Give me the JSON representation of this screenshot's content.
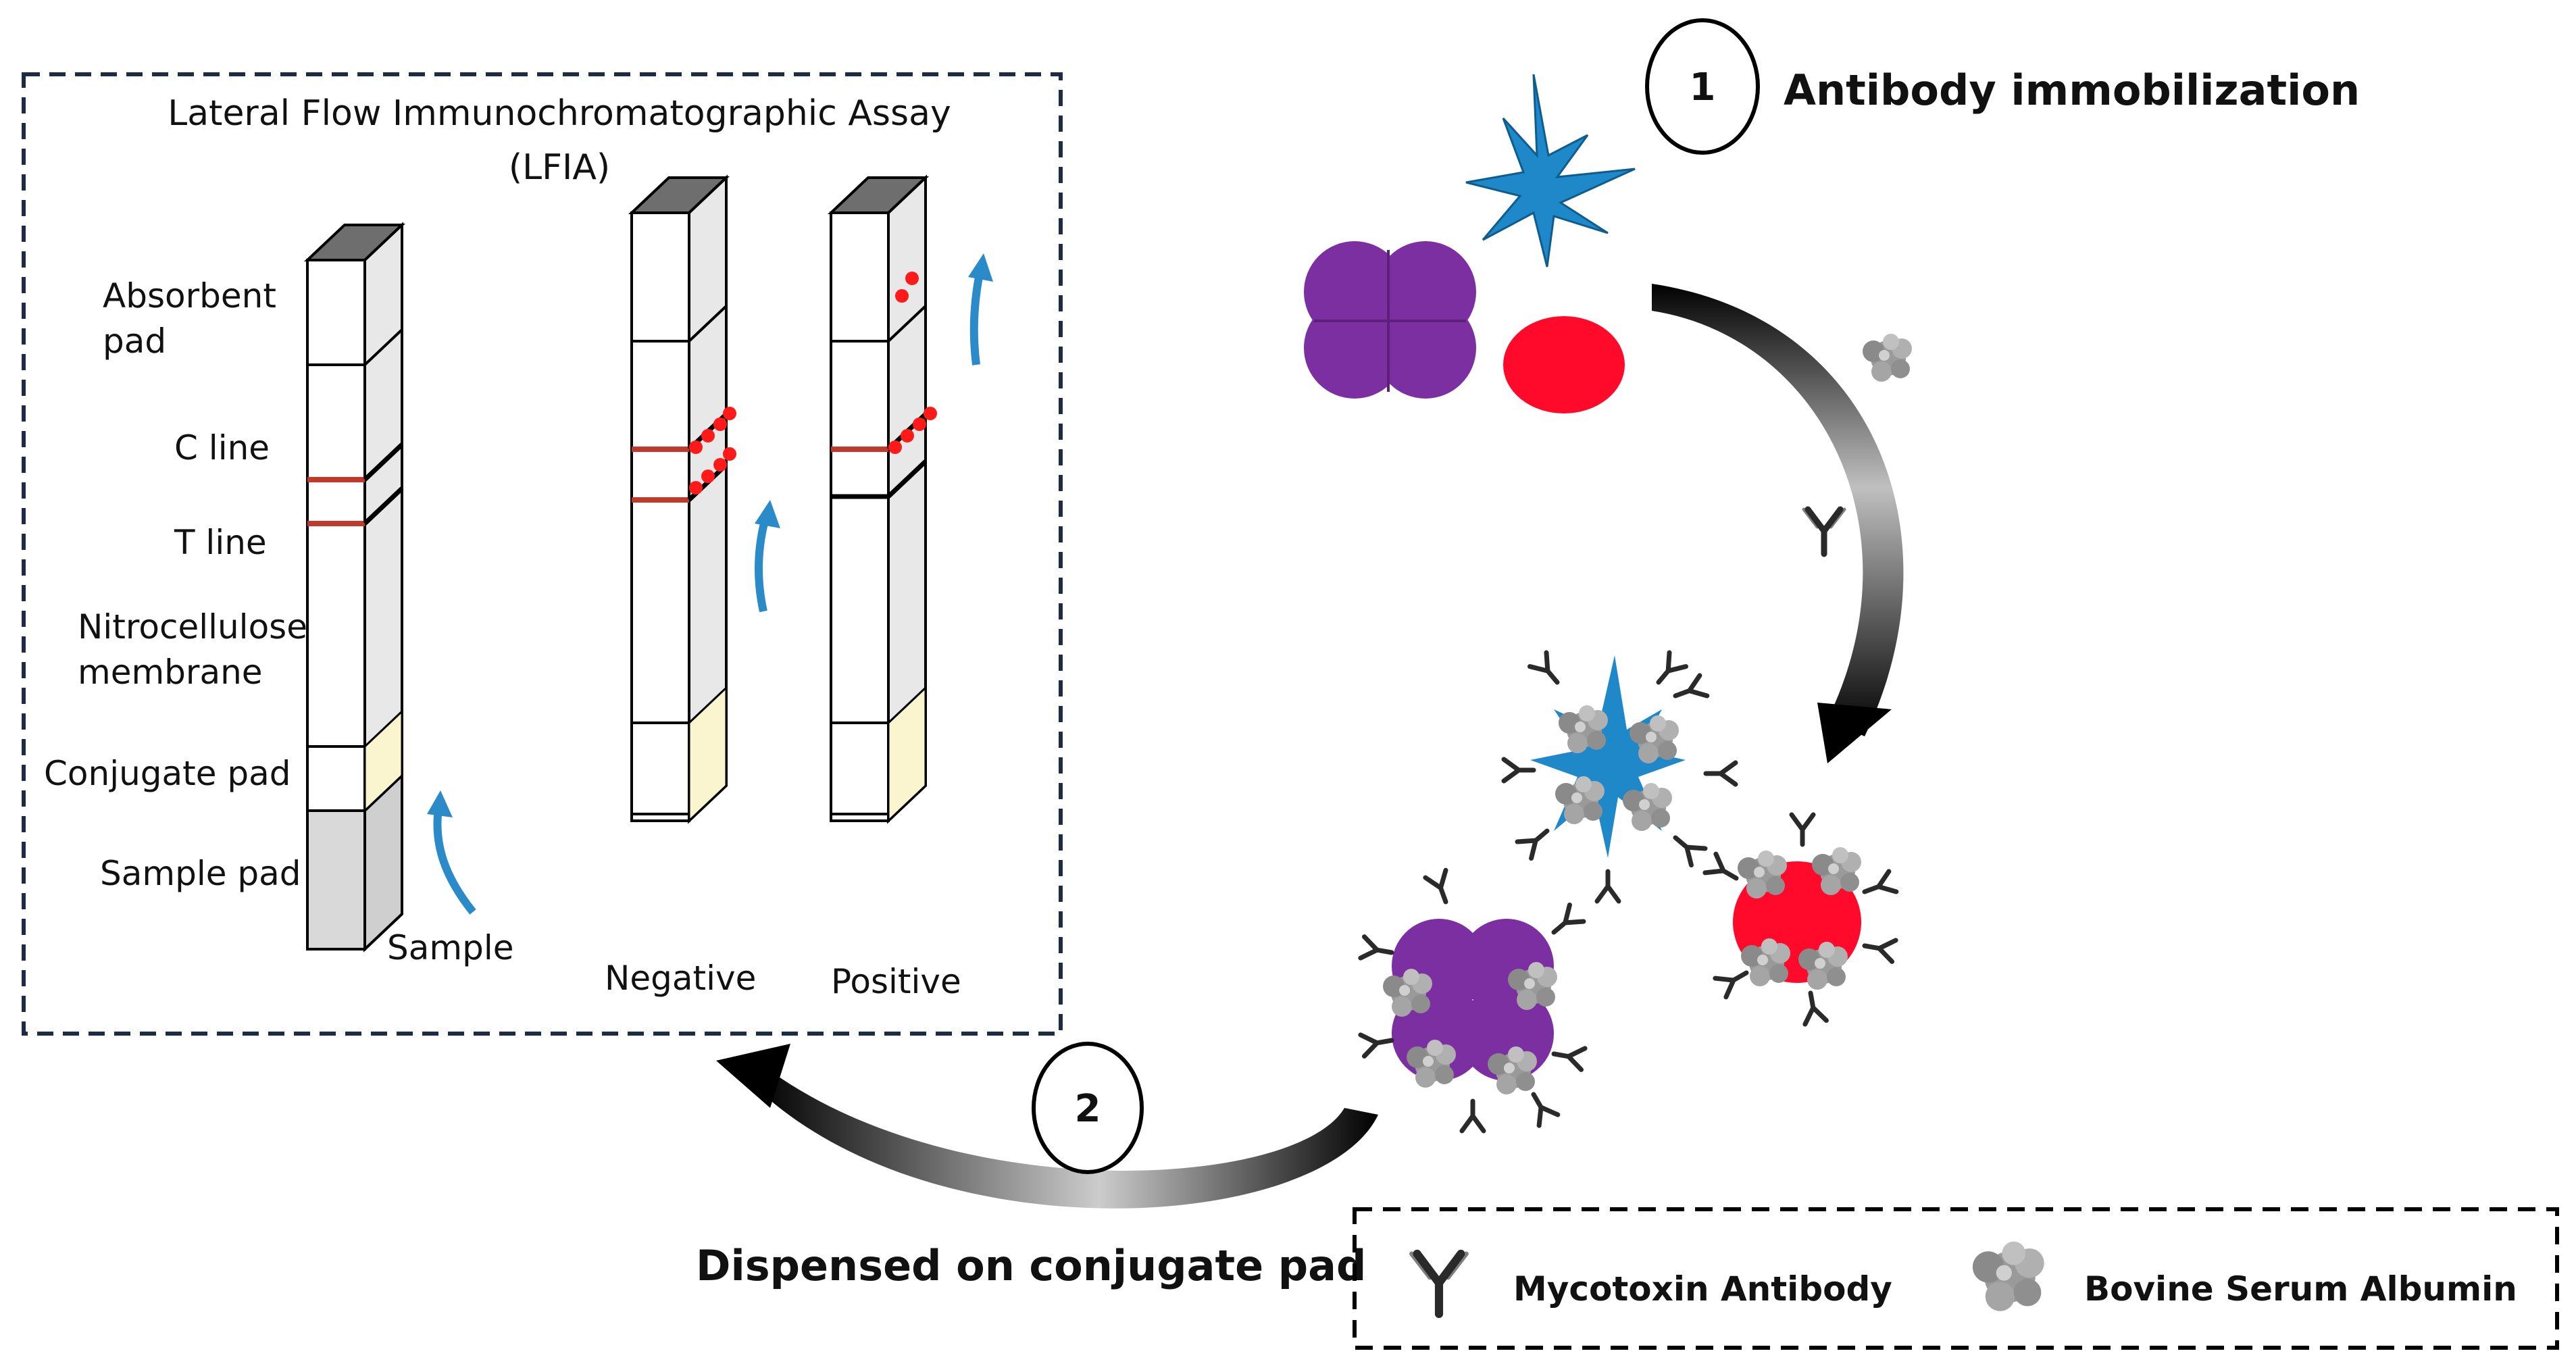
{
  "lfia": {
    "title_line1": "Lateral Flow  Immunochromatographic  Assay",
    "title_line2": "(LFIA)",
    "parts": {
      "absorbent_1": "Absorbent",
      "absorbent_2": "pad",
      "c_line": "C line",
      "t_line": "T line",
      "membrane_1": "Nitrocellulose",
      "membrane_2": "membrane",
      "conjugate": "Conjugate  pad",
      "sample_pad": "Sample pad"
    },
    "strip_labels": {
      "sample": "Sample",
      "negative": "Negative",
      "positive": "Positive"
    }
  },
  "steps": {
    "step1_number": "1",
    "step1_label": "Antibody immobilization",
    "step2_number": "2",
    "step2_label": "Dispensed on conjugate pad"
  },
  "legend": {
    "antibody": "Mycotoxin Antibody",
    "bsa": "Bovine Serum Albumin"
  },
  "colors": {
    "frame": "#1d2b45",
    "arrow": "#111111",
    "flow_arrow": "#2a8bc8",
    "line_red": "#c0392b",
    "dot_red": "#ff1a1a",
    "purple": "#7b2fa0",
    "blue_star": "#1e88c8",
    "red_particle": "#ff0a2a",
    "antibody": "#2a2a2a",
    "bsa": "#9a9a9a"
  }
}
